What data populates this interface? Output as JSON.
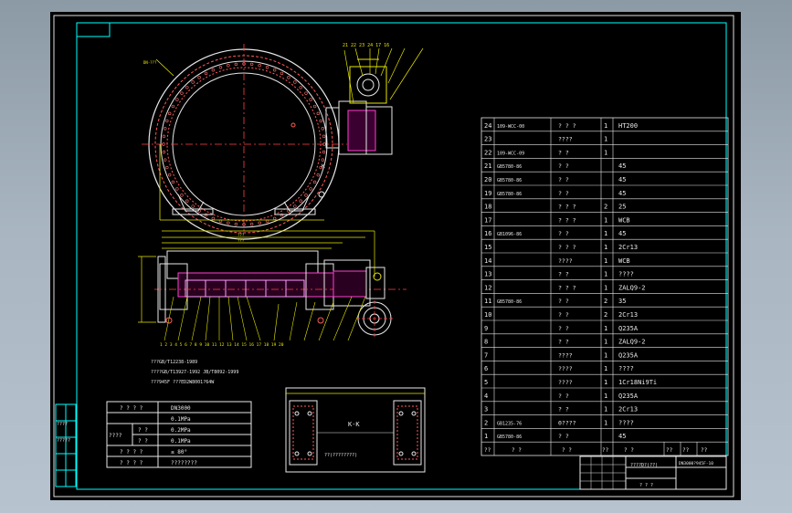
{
  "section_label": "K-K",
  "notes": [
    "???GB/T12238-1989",
    "????GB/T13927-1992 JB/T8092-1999",
    "???945F ???ED2W8001?64W"
  ],
  "spec_table": {
    "rows": [
      {
        "label": "? ? ? ?",
        "value": "DN3000"
      },
      {
        "label": "",
        "value": "0.1MPa"
      },
      {
        "label": "????",
        "sub": "? ?",
        "value": "0.2MPa"
      },
      {
        "label": "",
        "sub": "? ?",
        "value": "0.1MPa"
      },
      {
        "label": "? ? ? ?",
        "value": "≤ 80°"
      },
      {
        "label": "? ? ? ?",
        "value": "????????"
      }
    ]
  },
  "section_note": "??(????????)",
  "bom": [
    {
      "no": "24",
      "code": "109-WCC-00",
      "name": "? ? ?",
      "qty": "1",
      "material": "HT200"
    },
    {
      "no": "23",
      "code": "",
      "name": "????",
      "qty": "1",
      "material": ""
    },
    {
      "no": "22",
      "code": "109-WCC-09",
      "name": "? ?",
      "qty": "1",
      "material": ""
    },
    {
      "no": "21",
      "code": "GB5780-86",
      "name": "? ?",
      "qty": "",
      "material": "45"
    },
    {
      "no": "20",
      "code": "GB5780-86",
      "name": "? ?",
      "qty": "",
      "material": "45"
    },
    {
      "no": "19",
      "code": "GB5780-86",
      "name": "? ?",
      "qty": "",
      "material": "45"
    },
    {
      "no": "18",
      "code": "",
      "name": "? ? ?",
      "qty": "2",
      "material": "25"
    },
    {
      "no": "17",
      "code": "",
      "name": "? ? ?",
      "qty": "1",
      "material": "WCB"
    },
    {
      "no": "16",
      "code": "GB1096-86",
      "name": "? ?",
      "qty": "1",
      "material": "45"
    },
    {
      "no": "15",
      "code": "",
      "name": "? ? ?",
      "qty": "1",
      "material": "2Cr13"
    },
    {
      "no": "14",
      "code": "",
      "name": "????",
      "qty": "1",
      "material": "WCB"
    },
    {
      "no": "13",
      "code": "",
      "name": "? ?",
      "qty": "1",
      "material": "????"
    },
    {
      "no": "12",
      "code": "",
      "name": "? ? ?",
      "qty": "1",
      "material": "ZALQ9-2"
    },
    {
      "no": "11",
      "code": "GB5780-86",
      "name": "? ?",
      "qty": "2",
      "material": "35"
    },
    {
      "no": "10",
      "code": "",
      "name": "? ?",
      "qty": "2",
      "material": "2Cr13"
    },
    {
      "no": "9",
      "code": "",
      "name": "? ?",
      "qty": "1",
      "material": "Q235A"
    },
    {
      "no": "8",
      "code": "",
      "name": "? ?",
      "qty": "1",
      "material": "ZALQ9-2"
    },
    {
      "no": "7",
      "code": "",
      "name": "????",
      "qty": "1",
      "material": "Q235A"
    },
    {
      "no": "6",
      "code": "",
      "name": "????",
      "qty": "1",
      "material": "????"
    },
    {
      "no": "5",
      "code": "",
      "name": "????",
      "qty": "1",
      "material": "1Cr18Ni9Ti"
    },
    {
      "no": "4",
      "code": "",
      "name": "? ?",
      "qty": "1",
      "material": "Q235A"
    },
    {
      "no": "3",
      "code": "",
      "name": "? ?",
      "qty": "1",
      "material": "2Cr13"
    },
    {
      "no": "2",
      "code": "GB1235-76",
      "name": "0????",
      "qty": "1",
      "material": "????"
    },
    {
      "no": "1",
      "code": "GB5780-86",
      "name": "? ?",
      "qty": "",
      "material": "45"
    }
  ],
  "bom_header": {
    "no": "??",
    "code": "? ?",
    "name": "? ?",
    "qty": "??",
    "material": "? ?",
    "c6": "??",
    "c7": "??",
    "c8": "??"
  },
  "title_block": {
    "drawing_no": "DN3000?945F-10",
    "name": "????D?(??)",
    "company": "? ? ?"
  },
  "side_strip": [
    "????",
    "?????"
  ]
}
